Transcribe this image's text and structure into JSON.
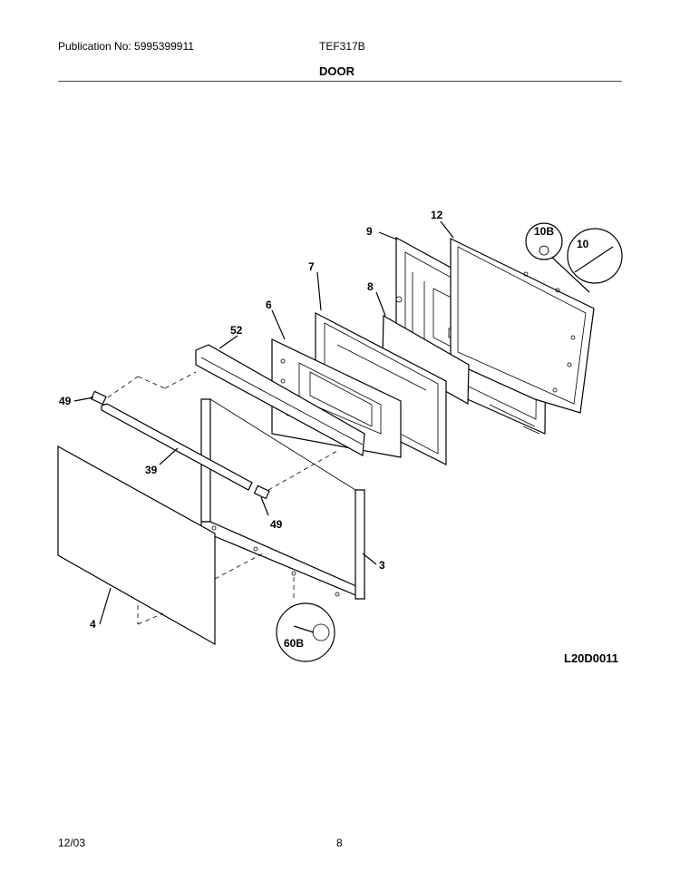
{
  "header": {
    "publication": "Publication No: 5995399911",
    "model": "TEF317B",
    "section_title": "DOOR"
  },
  "diagram": {
    "code": "L20D0011",
    "callouts": {
      "p12": "12",
      "p9": "9",
      "p10b": "10B",
      "p10": "10",
      "p7": "7",
      "p8": "8",
      "p6": "6",
      "p52": "52",
      "p49a": "49",
      "p39": "39",
      "p49b": "49",
      "p3": "3",
      "p4": "4",
      "p60b": "60B"
    }
  },
  "footer": {
    "date": "12/03",
    "page": "8"
  }
}
